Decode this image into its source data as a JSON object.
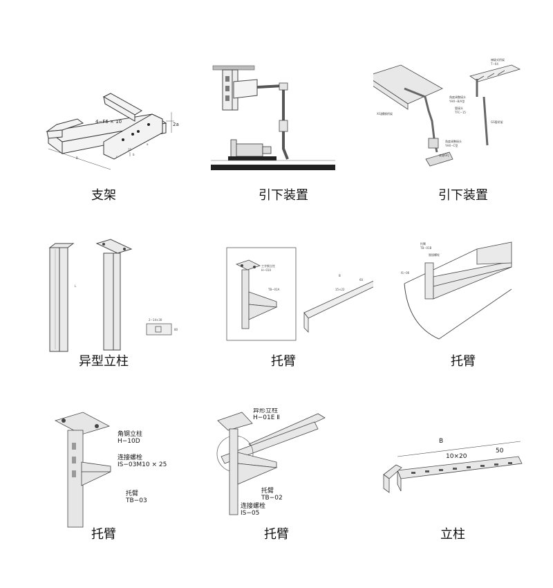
{
  "captions": [
    "支架",
    "引下装置",
    "引下装置",
    "异型立柱",
    "托臂",
    "托臂",
    "托臂",
    "托臂",
    "立柱"
  ],
  "annotations": {
    "support_dim": "4−F6 × 10",
    "support_h": "2a",
    "support_35": "35",
    "support_B": "B",
    "support_c": "c",
    "support_b": "b",
    "support_a": "a",
    "drop3_top": "梯级式桥架",
    "drop3_top2": "T−04",
    "drop3_left": "XGJ槽钢桥架",
    "drop3_mid1": "角度调整接头",
    "drop3_mid2": "YHX−B/A型",
    "drop3_mid3": "管接头",
    "drop3_mid4": "TFC−15",
    "drop3_right": "GS管桥架",
    "drop3_low1": "角度调整接头",
    "drop3_low2": "YHX−C型",
    "drop3_base": "底座GFJ",
    "col_L": "L",
    "col_dim": "2−14×30",
    "col_80": "80",
    "arm1_lbl1": "工字钢立柱",
    "arm1_lbl2": "H−010",
    "arm1_lbl3": "TB−01A",
    "arm1_dim": "15×22",
    "arm1_60": "60",
    "arm1_B": "B",
    "arm2_lbl1": "托臂",
    "arm2_lbl2": "TB−01B",
    "arm2_lbl3": "胀接螺栓",
    "arm2_lbl4": "IS−06",
    "arm3_lbl1": "角钢立柱",
    "arm3_lbl2": "H−10D",
    "arm3_lbl3": "连接螺栓",
    "arm3_lbl4": "IS−03M10 × 25",
    "arm3_lbl5": "托臂",
    "arm3_lbl6": "TB−03",
    "arm4_lbl1": "异形立柱",
    "arm4_lbl2": "H−01E Ⅱ",
    "arm4_lbl3": "托臂",
    "arm4_lbl4": "TB−02",
    "arm4_lbl5": "连接螺栓",
    "arm4_lbl6": "IS−05",
    "post_B": "B",
    "post_dim": "10×20",
    "post_50": "50"
  }
}
